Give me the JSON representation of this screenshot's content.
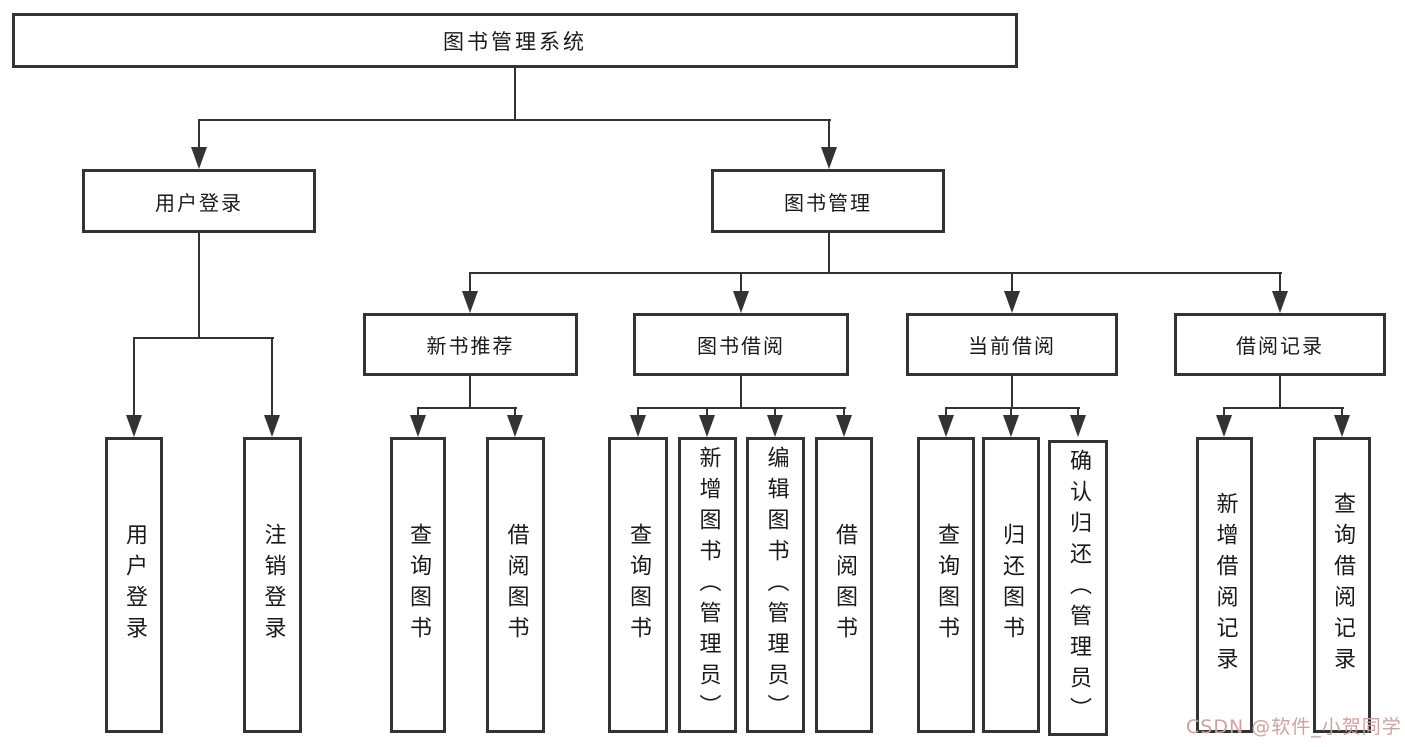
{
  "diagram_title": "图书管理系统",
  "nodes": {
    "root": "图书管理系统",
    "user_login": "用户登录",
    "book_mgmt": "图书管理",
    "login": "用户登录",
    "logout": "注销登录",
    "new_book": "新书推荐",
    "book_borrow": "图书借阅",
    "current_borrow": "当前借阅",
    "borrow_record": "借阅记录",
    "nb_query": "查询图书",
    "nb_borrow": "借阅图书",
    "bb_query": "查询图书",
    "bb_add": "新增图书（管理员）",
    "bb_edit": "编辑图书（管理员）",
    "bb_borrow": "借阅图书",
    "cb_query": "查询图书",
    "cb_return": "归还图书",
    "cb_confirm": "确认归还（管理员）",
    "br_add": "新增借阅记录",
    "br_query": "查询借阅记录"
  },
  "hierarchy": {
    "图书管理系统": {
      "用户登录": [
        "用户登录",
        "注销登录"
      ],
      "图书管理": {
        "新书推荐": [
          "查询图书",
          "借阅图书"
        ],
        "图书借阅": [
          "查询图书",
          "新增图书（管理员）",
          "编辑图书（管理员）",
          "借阅图书"
        ],
        "当前借阅": [
          "查询图书",
          "归还图书",
          "确认归还（管理员）"
        ],
        "借阅记录": [
          "新增借阅记录",
          "查询借阅记录"
        ]
      }
    }
  },
  "watermark": "CSDN @软件_小贺同学",
  "colors": {
    "line": "#333333",
    "box_border": "#333333",
    "text": "#1a1a1a",
    "background": "#ffffff",
    "watermark": "#cfa2a0"
  }
}
